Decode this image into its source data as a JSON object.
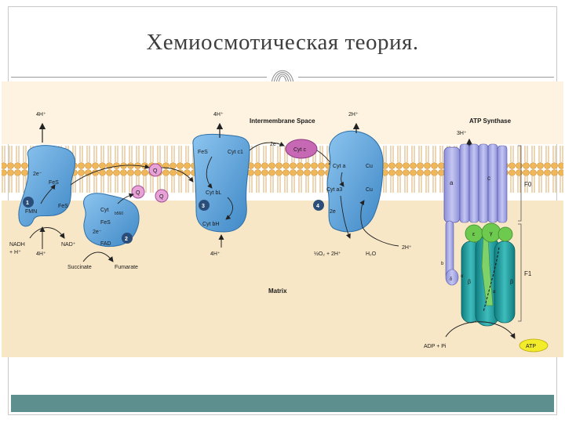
{
  "slide": {
    "title": "Хемиосмотическая теория."
  },
  "diagram": {
    "header": {
      "intermembrane_space": "Intermembrane Space",
      "atp_synthase": "ATP Synthase"
    },
    "region_labels": {
      "matrix": "Matrix"
    },
    "complex_numbers": [
      "1",
      "2",
      "3",
      "4"
    ],
    "complex1": {
      "proton_top": "4H⁺",
      "two_e": "2e⁻",
      "fes_a": "FeS",
      "fes_b": "FeS",
      "fmn": "FMN",
      "nadh": "NADH",
      "plus_h": "+ H⁺",
      "nad": "NAD⁺",
      "proton_bottom": "4H⁺"
    },
    "complex2": {
      "cyt": "Cyt",
      "b560": "b560",
      "fes": "FeS",
      "two_e": "2e⁻",
      "fad": "FAD",
      "succinate": "Succinate",
      "fumarate": "Fumarate"
    },
    "quinones": [
      "Q",
      "Q",
      "Q"
    ],
    "complex3": {
      "proton_top": "4H⁺",
      "fes": "FeS",
      "cyt_c1": "Cyt c1",
      "cyt_bl": "Cyt bL",
      "cyt_bh": "Cyt bH",
      "proton_bottom": "4H⁺"
    },
    "cyt_c": {
      "two_e": "2e⁻",
      "label": "Cyt c"
    },
    "complex4": {
      "proton_top": "2H⁺",
      "cyt_a": "Cyt a",
      "cu_a": "Cu",
      "cyt_a3": "Cyt a3",
      "cu_b": "Cu",
      "two_e": "2e",
      "oxygen": "½O₂ + 2H⁺",
      "water": "H₂O",
      "proton_out": "2H⁺"
    },
    "atp_synthase": {
      "proton_top": "3H⁺",
      "a": "a",
      "c": "c",
      "fo": "F0",
      "f1": "F1",
      "gamma": "γ",
      "epsilon": "ε",
      "b": "b",
      "delta": "δ",
      "alpha_left": "α",
      "beta_left": "β",
      "beta_right": "β",
      "alpha_center": "α",
      "adp": "ADP + Pi",
      "atp": "ATP"
    },
    "colors": {
      "complex_fill": "#5a9fd6",
      "cyt_c_fill": "#c768b5",
      "quinone_fill": "#e7a2d7",
      "membrane": "#f2c073",
      "matrix": "#f8e7c6",
      "ims": "#fdf3e0",
      "f1_teal": "#1f9e9e",
      "gamma_green": "#6ec94f",
      "atp_yellow": "#f2ec2a",
      "bar": "#5d8f8f"
    }
  }
}
